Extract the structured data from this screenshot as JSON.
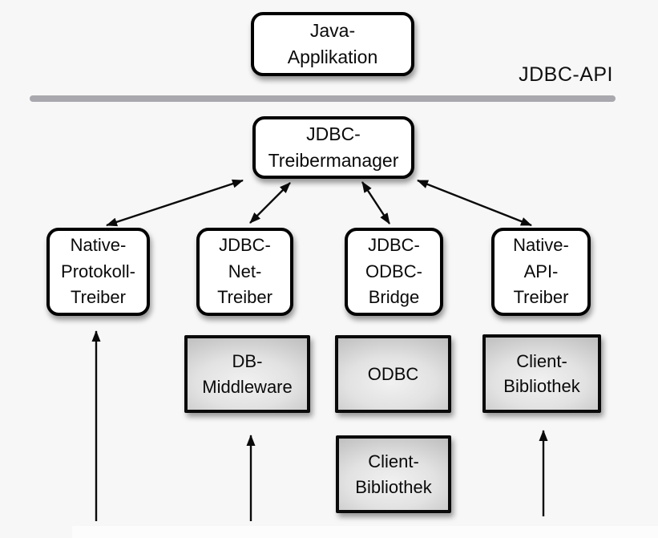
{
  "diagram": {
    "title_context": "JDBC driver architecture diagram",
    "api_label": "JDBC-API",
    "colors": {
      "background": "#f7f7f7",
      "divider_gray": "#a8a8ae",
      "node_fill_white": "#ffffff",
      "node_fill_gray_edge": "#bcbcbc",
      "node_fill_gray_center": "#f1f1f1",
      "stroke_black": "#0a0a0a"
    },
    "nodes": {
      "java_app": "Java-\nApplikation",
      "treibermanager": "JDBC-\nTreibermanager",
      "native_protokoll": "Native-\nProtokoll-\nTreiber",
      "jdbc_net": "JDBC-\nNet-\nTreiber",
      "jdbc_odbc": "JDBC-\nODBC-\nBridge",
      "native_api": "Native-\nAPI-\nTreiber",
      "db_middleware": "DB-\nMiddleware",
      "odbc": "ODBC",
      "client_bibliothek_odbc": "Client-\nBibliothek",
      "client_bibliothek_api": "Client-\nBibliothek"
    }
  }
}
